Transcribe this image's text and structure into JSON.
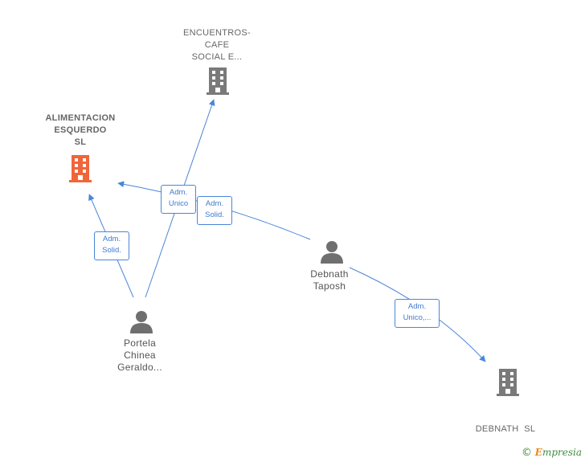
{
  "colors": {
    "edge": "#4a86d8",
    "building_gray": "#7a7a7a",
    "building_highlight": "#f0653a",
    "person_gray": "#6f6f6f"
  },
  "nodes": {
    "encuentros": {
      "type": "company",
      "icon": "building-icon",
      "lines": [
        "ENCUENTROS-",
        "CAFE",
        "SOCIAL E..."
      ]
    },
    "alimentacion": {
      "type": "company-main",
      "icon": "building-icon",
      "lines": [
        "ALIMENTACION",
        "ESQUERDO",
        "SL"
      ]
    },
    "debnath_taposh": {
      "type": "person",
      "icon": "person-icon",
      "lines": [
        "Debnath",
        "Taposh"
      ]
    },
    "portela": {
      "type": "person",
      "icon": "person-icon",
      "lines": [
        "Portela",
        "Chinea",
        "Geraldo..."
      ]
    },
    "debnath_sl": {
      "type": "company",
      "icon": "building-icon",
      "lines": [
        "DEBNATH  SL"
      ]
    }
  },
  "edges": {
    "portela_to_alimentacion": {
      "lines": [
        "Adm.",
        "Solid."
      ]
    },
    "portela_to_encuentros": {
      "lines": [
        "Adm.",
        "Unico"
      ]
    },
    "taposh_to_alimentacion": {
      "lines": [
        "Adm.",
        "Solid."
      ]
    },
    "taposh_to_debnath_sl": {
      "lines": [
        "Adm.",
        "Unico,..."
      ]
    }
  },
  "brand": {
    "copyright": "©",
    "first": "E",
    "rest": "mpresia"
  }
}
